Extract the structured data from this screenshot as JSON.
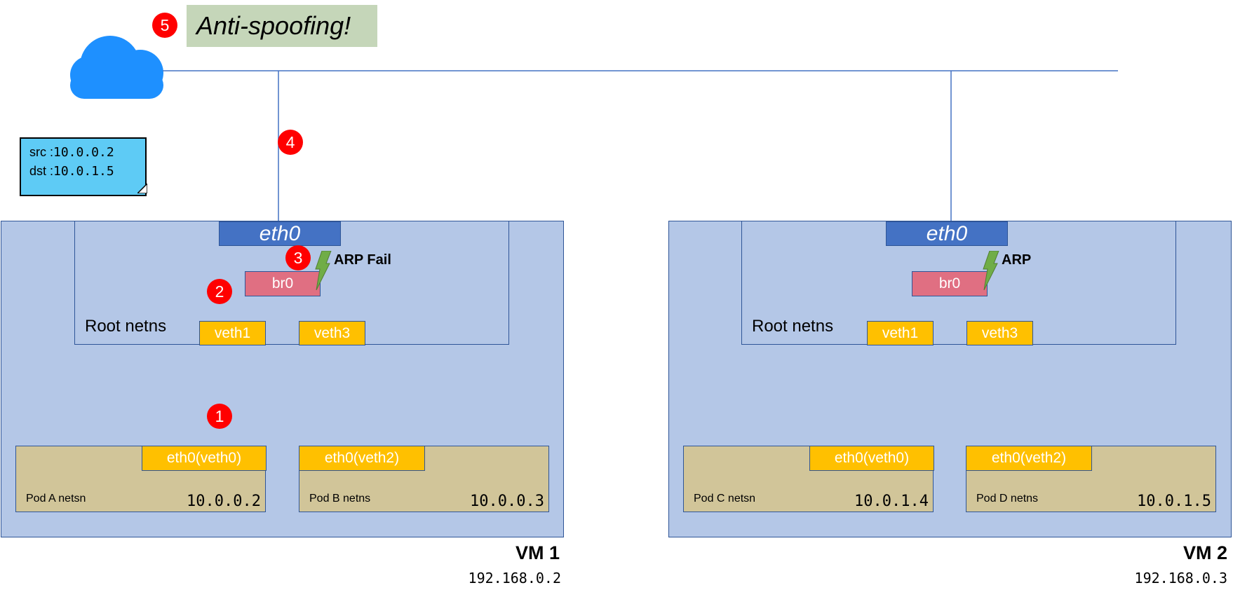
{
  "colors": {
    "vm_fill": "#b4c7e7",
    "border": "#2f5597",
    "eth_fill": "#4472c4",
    "bridge_fill": "#e06f82",
    "veth_fill": "#ffc000",
    "pod_fill": "#d1c599",
    "badge": "#ff0000",
    "note_fill": "#5ecbf5",
    "banner_fill": "#c5d6b9",
    "cloud": "#1e90ff",
    "bolt": "#70ad47"
  },
  "banner": {
    "badge": "5",
    "text": "Anti-spoofing!"
  },
  "packet_note": {
    "src_label": "src :",
    "src_value": "10.0.0.2",
    "dst_label": "dst :",
    "dst_value": "10.0.1.5"
  },
  "uplink_badge": "4",
  "vm1": {
    "name": "VM 1",
    "ip": "192.168.0.2",
    "eth": "eth0",
    "bridge": "br0",
    "root_label": "Root netns",
    "veth_left": "veth1",
    "veth_right": "veth3",
    "arp_badge": "3",
    "arp_label": "ARP Fail",
    "bridge_badge": "2",
    "pod_badge": "1",
    "pods": [
      {
        "iface": "eth0(veth0)",
        "name": "Pod A netsn",
        "ip": "10.0.0.2"
      },
      {
        "iface": "eth0(veth2)",
        "name": "Pod B netns",
        "ip": "10.0.0.3"
      }
    ]
  },
  "vm2": {
    "name": "VM 2",
    "ip": "192.168.0.3",
    "eth": "eth0",
    "bridge": "br0",
    "root_label": "Root netns",
    "veth_left": "veth1",
    "veth_right": "veth3",
    "arp_label": "ARP",
    "pods": [
      {
        "iface": "eth0(veth0)",
        "name": "Pod C netsn",
        "ip": "10.0.1.4"
      },
      {
        "iface": "eth0(veth2)",
        "name": "Pod D netns",
        "ip": "10.0.1.5"
      }
    ]
  }
}
